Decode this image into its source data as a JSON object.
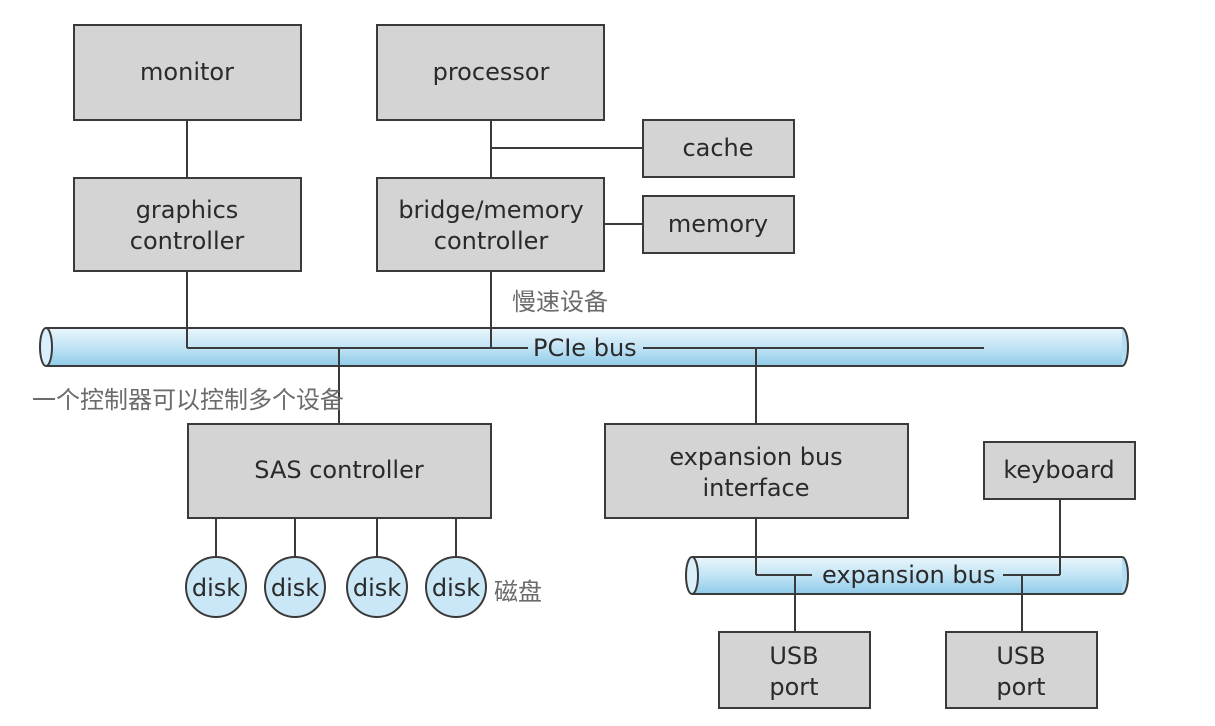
{
  "components": {
    "monitor": "monitor",
    "processor": "processor",
    "cache": "cache",
    "graphics_controller": [
      "graphics",
      "controller"
    ],
    "bridge_memory_controller": [
      "bridge/memory",
      "controller"
    ],
    "memory": "memory",
    "sas_controller": "SAS controller",
    "expansion_bus_interface": [
      "expansion bus",
      "interface"
    ],
    "keyboard": "keyboard",
    "usb_port_1": [
      "USB",
      "port"
    ],
    "usb_port_2": [
      "USB",
      "port"
    ],
    "disks": [
      "disk",
      "disk",
      "disk",
      "disk"
    ]
  },
  "buses": {
    "pcie": "PCIe bus",
    "expansion": "expansion bus"
  },
  "annotations": {
    "slow_devices": "慢速设备",
    "one_controller_many_devices": "一个控制器可以控制多个设备",
    "disk_note": "磁盘"
  },
  "colors": {
    "box_fill": "#d4d4d4",
    "bus_fill": "#c9e7f6",
    "line": "#3a3a3a",
    "annotation_text": "#6b6b6b"
  }
}
